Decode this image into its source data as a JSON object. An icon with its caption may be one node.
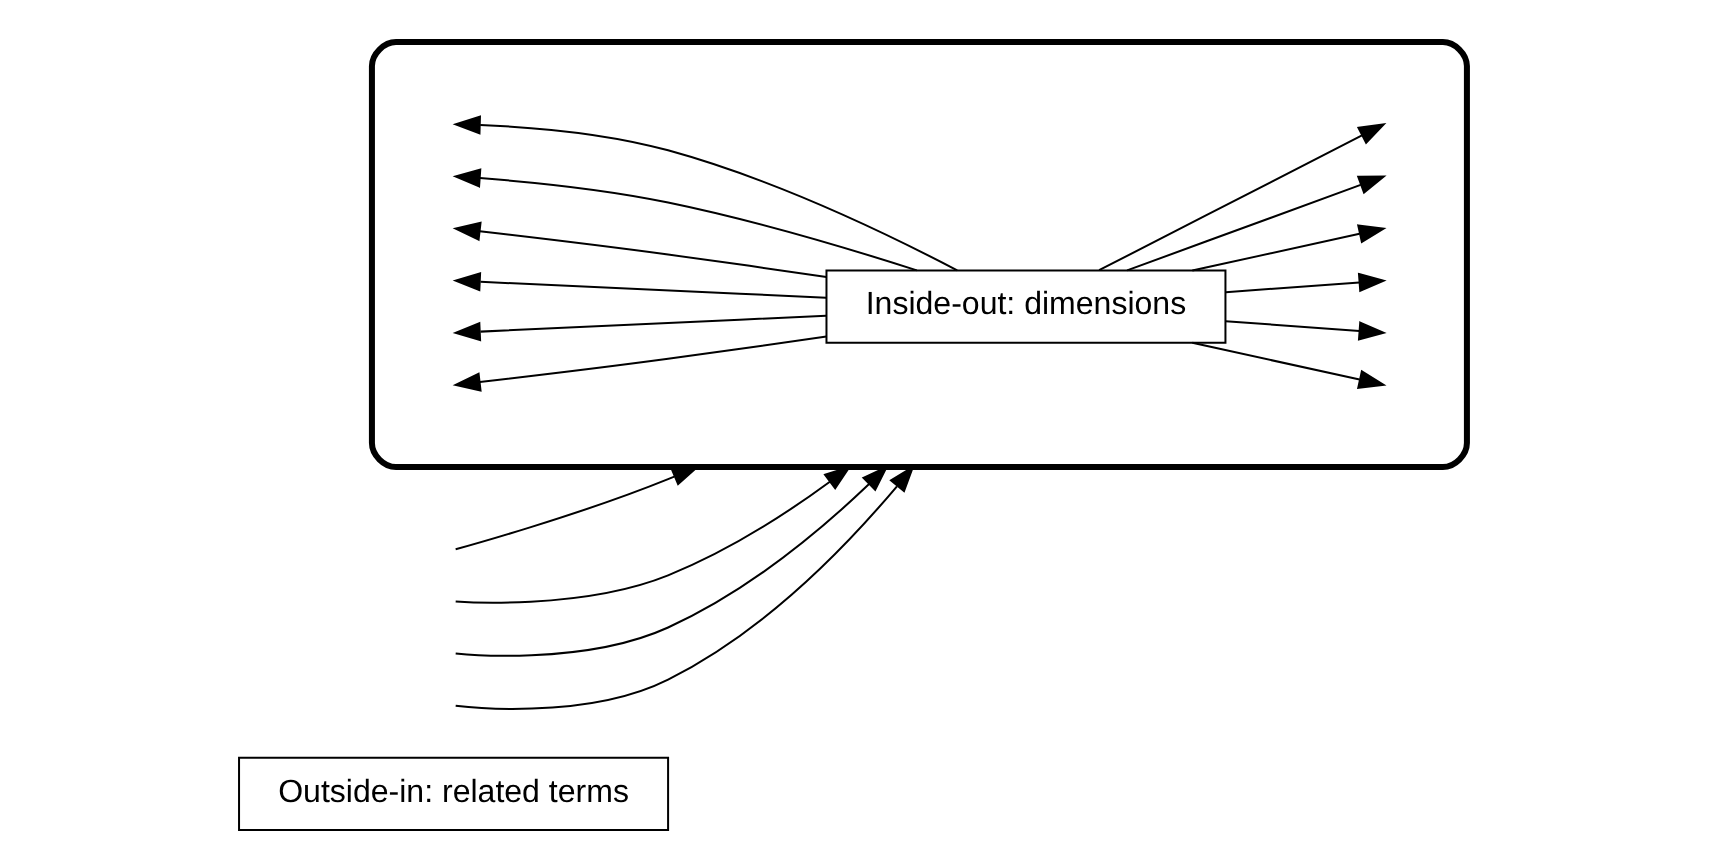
{
  "diagram": {
    "nodes": [
      {
        "text": [
          "Outside-in: related terms"
        ]
      },
      {
        "text": [],
        "shape": "cloud"
      },
      {
        "text": [
          "Inside-out: dimensions"
        ],
        "in": 1
      }
    ],
    "edges": [
      {
        "from": 2,
        "to": null,
        "arrow": "to"
      },
      {
        "from": 2,
        "to": null,
        "arrow": "to"
      },
      {
        "from": 2,
        "to": null,
        "arrow": "to"
      },
      {
        "from": 2,
        "to": null,
        "arrow": "to"
      },
      {
        "from": 2,
        "to": null,
        "arrow": "to"
      },
      {
        "from": 2,
        "to": null,
        "arrow": "to"
      },
      {
        "from": 2,
        "to": null,
        "arrow": "to"
      },
      {
        "from": 2,
        "to": null,
        "arrow": "to"
      },
      {
        "from": 2,
        "to": null,
        "arrow": "to"
      },
      {
        "from": 2,
        "to": null,
        "arrow": "to"
      },
      {
        "from": 2,
        "to": null,
        "arrow": "to"
      },
      {
        "from": 2,
        "to": null,
        "arrow": "to"
      },
      {
        "from": null,
        "to": 1,
        "arrow": "to"
      },
      {
        "from": null,
        "to": 1,
        "arrow": "to"
      },
      {
        "from": null,
        "to": 1,
        "arrow": "to"
      },
      {
        "from": null,
        "to": 1,
        "arrow": "to"
      }
    ]
  }
}
